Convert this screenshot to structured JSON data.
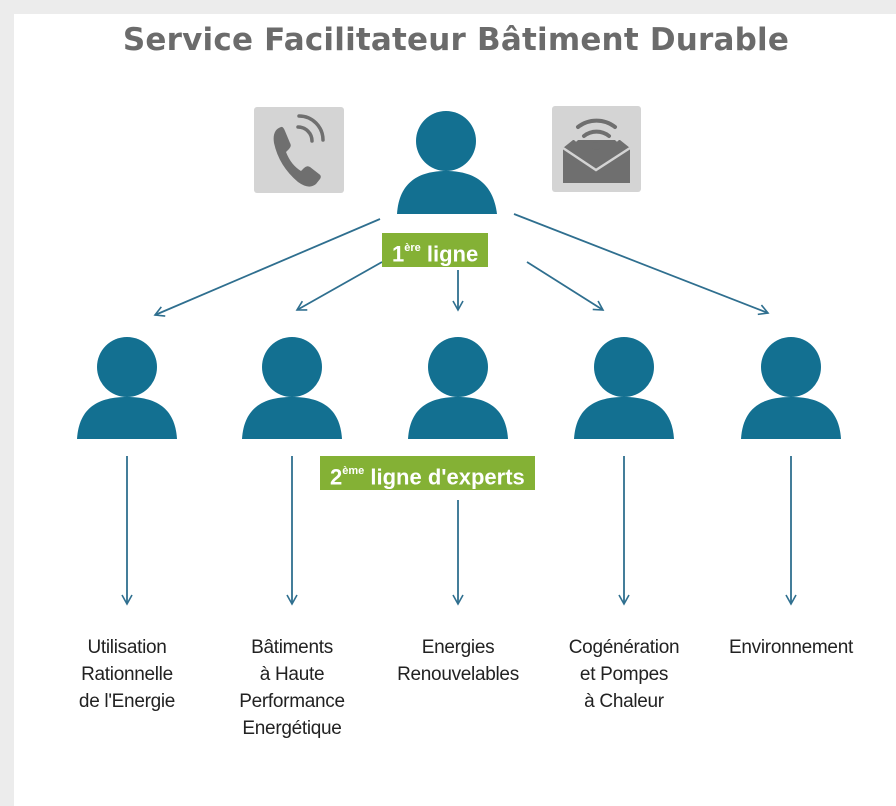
{
  "title": "Service Facilitateur Bâtiment Durable",
  "first_line": {
    "number": "1",
    "suffix": "ère",
    "text": " ligne"
  },
  "second_line": {
    "number": "2",
    "suffix": "ème",
    "text": " ligne d'experts"
  },
  "icons": {
    "left": "phone-icon",
    "right": "envelope-wifi-icon"
  },
  "experts": [
    {
      "lines": [
        "Utilisation",
        "Rationnelle",
        "de l'Energie"
      ]
    },
    {
      "lines": [
        "Bâtiments",
        "à Haute",
        "Performance",
        "Energétique"
      ]
    },
    {
      "lines": [
        "Energies",
        "Renouvelables"
      ]
    },
    {
      "lines": [
        "Cogénération",
        "et Pompes",
        "à Chaleur"
      ]
    },
    {
      "lines": [
        "Environnement"
      ]
    }
  ],
  "colors": {
    "person": "#137091",
    "arrow": "#2f6f8f",
    "badge": "#84b135",
    "icon_bg": "#d4d4d4",
    "icon": "#6f6f6f"
  }
}
